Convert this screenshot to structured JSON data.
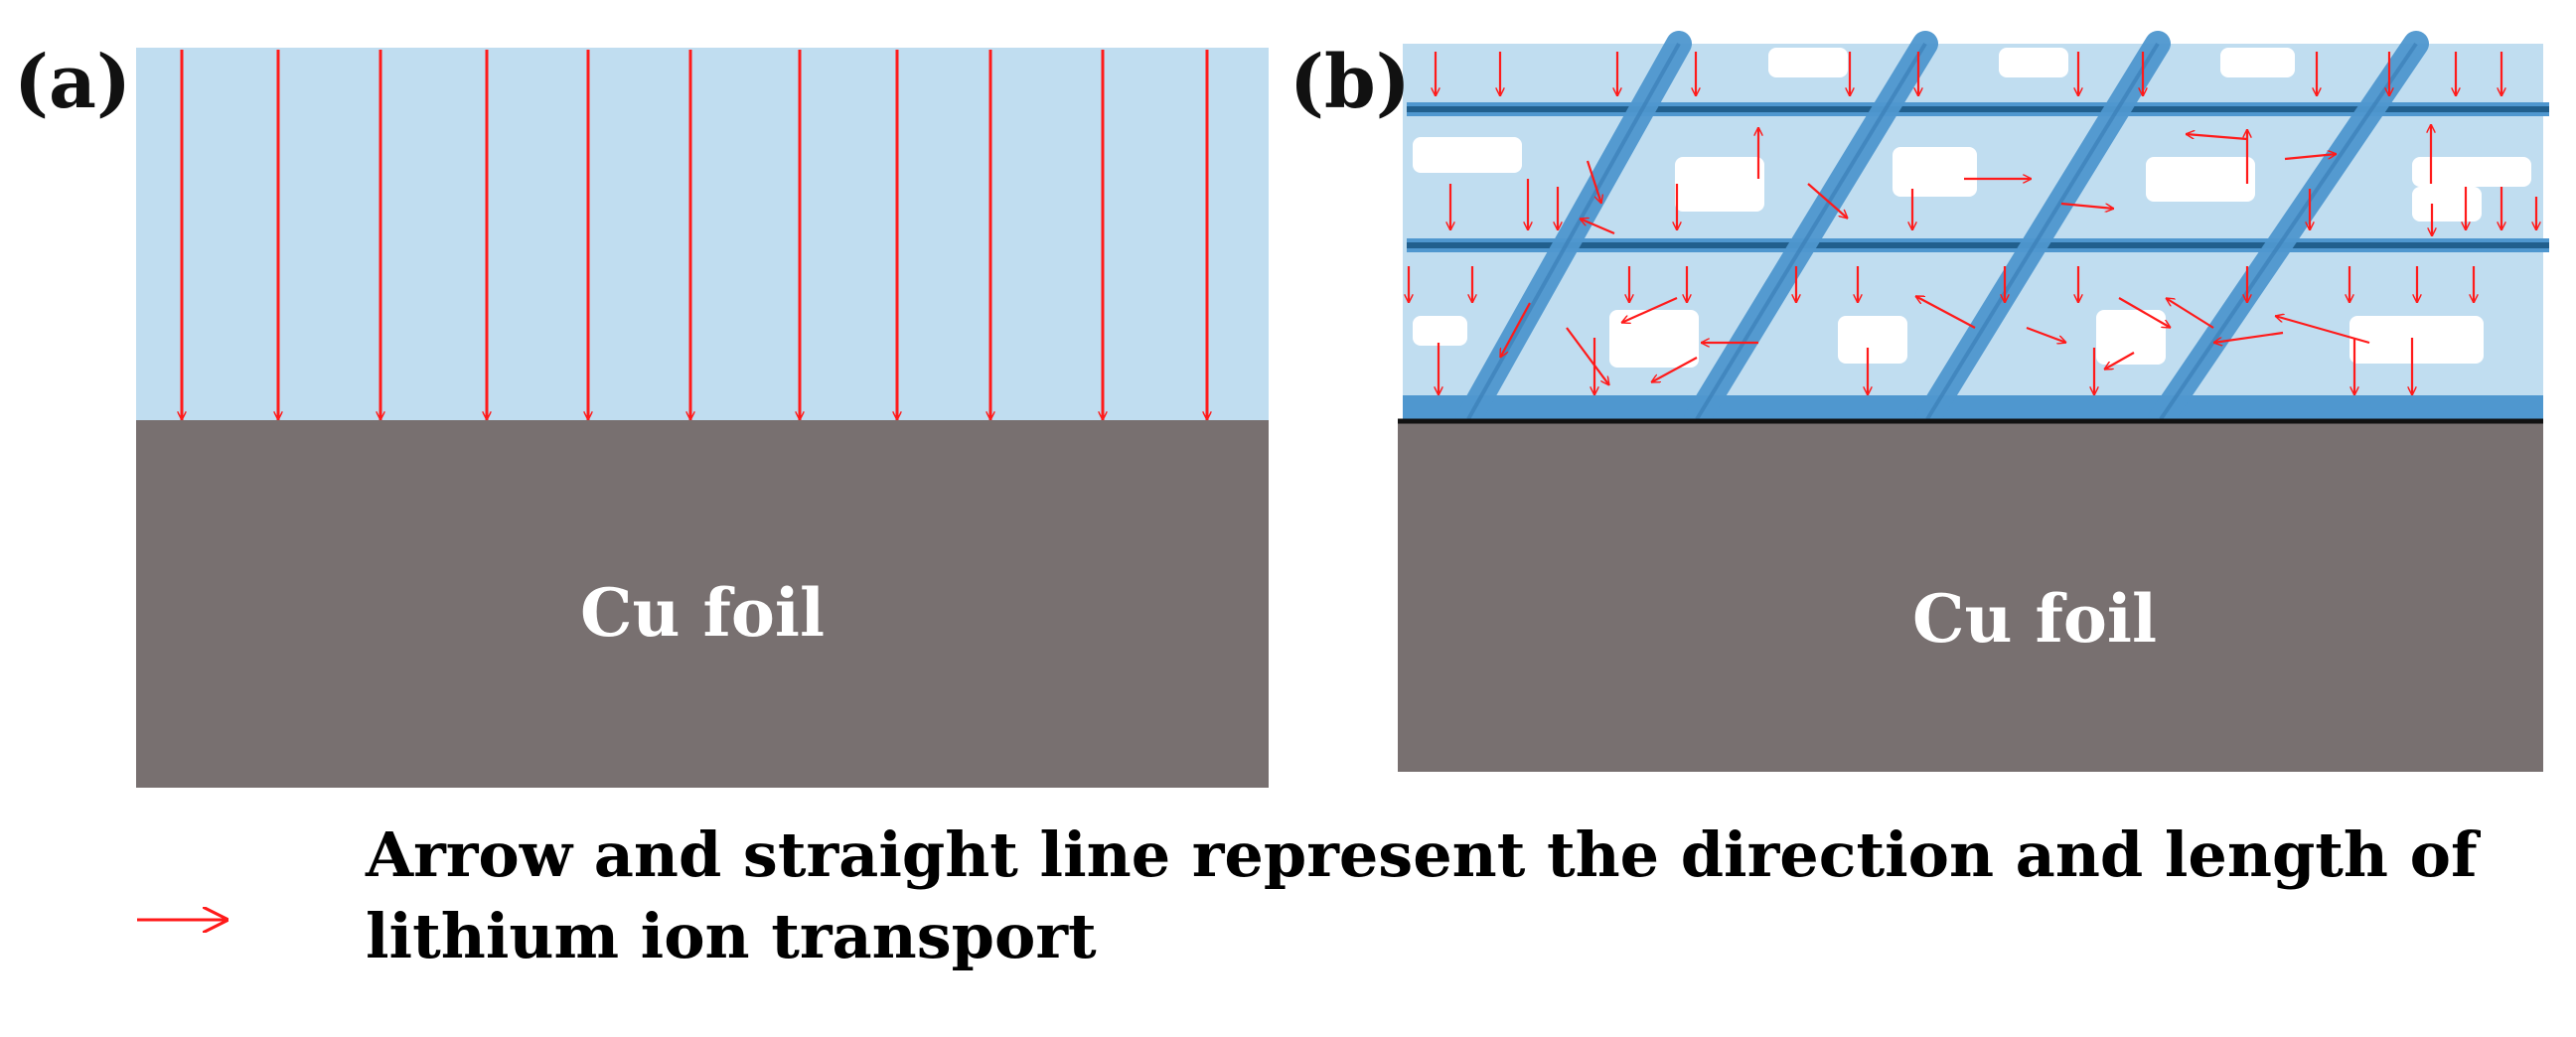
{
  "panel_a": {
    "label": "(a)",
    "foil_label": "Cu  foil"
  },
  "panel_b": {
    "label": "(b)",
    "foil_label": "Cu  foil"
  },
  "legend": {
    "line1": "Arrow and straight line represent the direction and length  of",
    "line2": "lithium ion transport"
  },
  "colors": {
    "electrolyte": "#c0ddf0",
    "foil": "#787070",
    "arrow": "#ff1a1a",
    "fiber": "#4f97cf",
    "fiber_dark": "#215f8d"
  },
  "icons": {
    "arrow": "red-arrow-icon"
  }
}
